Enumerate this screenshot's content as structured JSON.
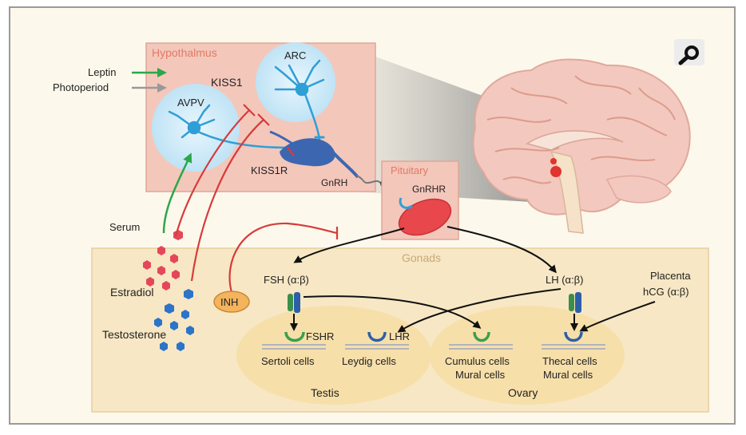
{
  "labels": {
    "hypothalamus": "Hypothalmus",
    "arc": "ARC",
    "avpv": "AVPV",
    "kiss1": "KISS1",
    "kiss1r": "KISS1R",
    "gnrh": "GnRH",
    "pituitary": "Pituitary",
    "gnrhr": "GnRHR",
    "leptin": "Leptin",
    "photoperiod": "Photoperiod",
    "serum": "Serum",
    "estradiol": "Estradiol",
    "testosterone": "Testosterone",
    "inh": "INH",
    "gonads": "Gonads",
    "fsh": "FSH (α:β)",
    "lh": "LH (α:β)",
    "placenta": "Placenta",
    "hcg": "hCG (α:β)",
    "fshr": "FSHR",
    "lhr": "LHR",
    "sertoli": "Sertoli cells",
    "leydig": "Leydig cells",
    "cumulus": "Cumulus cells",
    "mural1": "Mural cells",
    "thecal": "Thecal cells",
    "mural2": "Mural cells",
    "testis": "Testis",
    "ovary": "Ovary"
  },
  "colors": {
    "stimulate": "#2aa84a",
    "inhibit": "#d83a3a",
    "neuron": "#2f9fd6",
    "hypothalamus_box": "#f4c7bb",
    "gonads_box": "#f7e7c4",
    "pituitary_cell": "#e8474c"
  },
  "icons": {
    "badge": "magnifier-icon",
    "zoom": "zoom-in-icon"
  }
}
